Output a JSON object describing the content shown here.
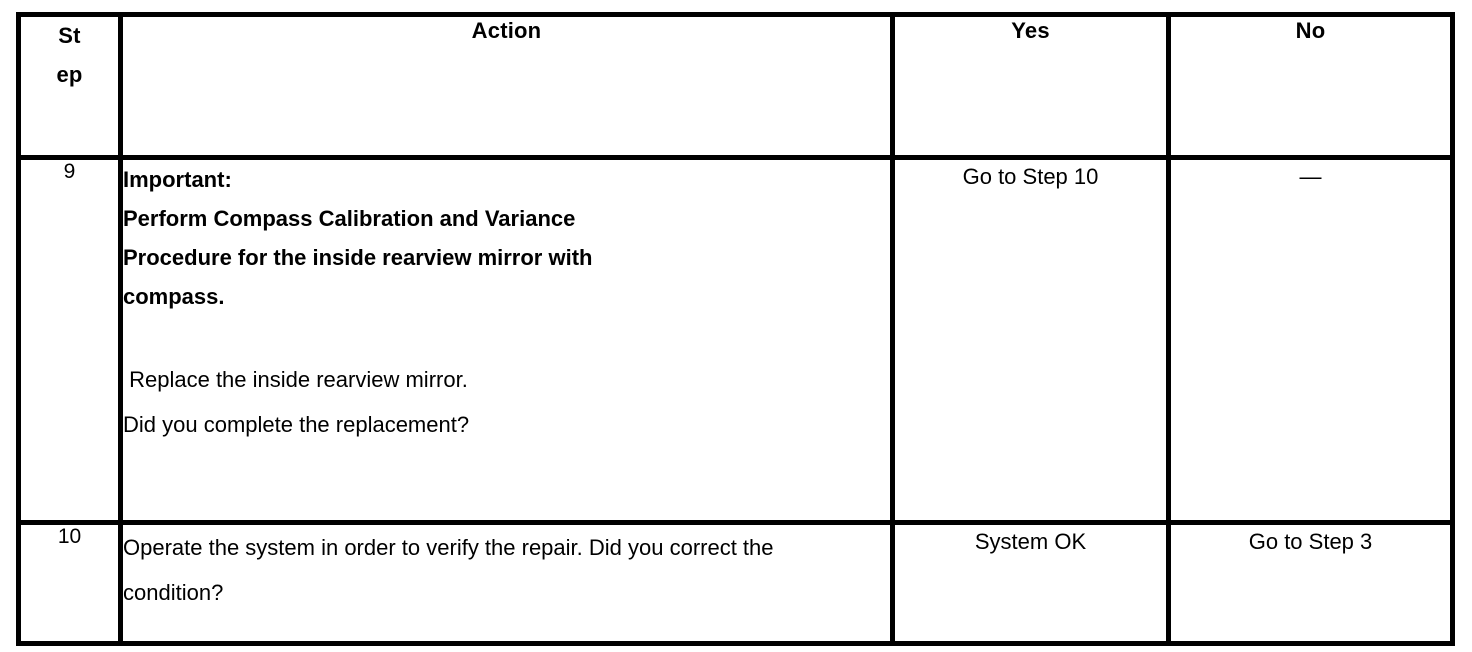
{
  "document": {
    "type": "diagnostic-step-table",
    "title": "Diagnostic Step Table"
  },
  "table": {
    "columns": [
      {
        "key": "step",
        "label": "Step",
        "label_line_1": "St",
        "label_line_2": "ep"
      },
      {
        "key": "action",
        "label": "Action"
      },
      {
        "key": "yes",
        "label": "Yes"
      },
      {
        "key": "no",
        "label": "No"
      }
    ],
    "rows": [
      {
        "step": "9",
        "action": {
          "notice": {
            "heading": "Important:",
            "lines": [
              "Important:",
              "Perform Compass Calibration and Variance",
              "Procedure for the inside rearview mirror with",
              "compass."
            ]
          },
          "instructions": [
            " Replace the inside rearview mirror.",
            "Did you complete the replacement?"
          ]
        },
        "yes": "Go to Step 10",
        "no": "—"
      },
      {
        "step": "10",
        "action": {
          "paragraph": "Operate the system in order to verify the repair. Did you correct the condition?"
        },
        "yes": "System OK",
        "no": "Go to Step 3"
      }
    ]
  },
  "style": {
    "border_color": "#000000",
    "text_color": "#000000",
    "background_color": "#ffffff"
  }
}
